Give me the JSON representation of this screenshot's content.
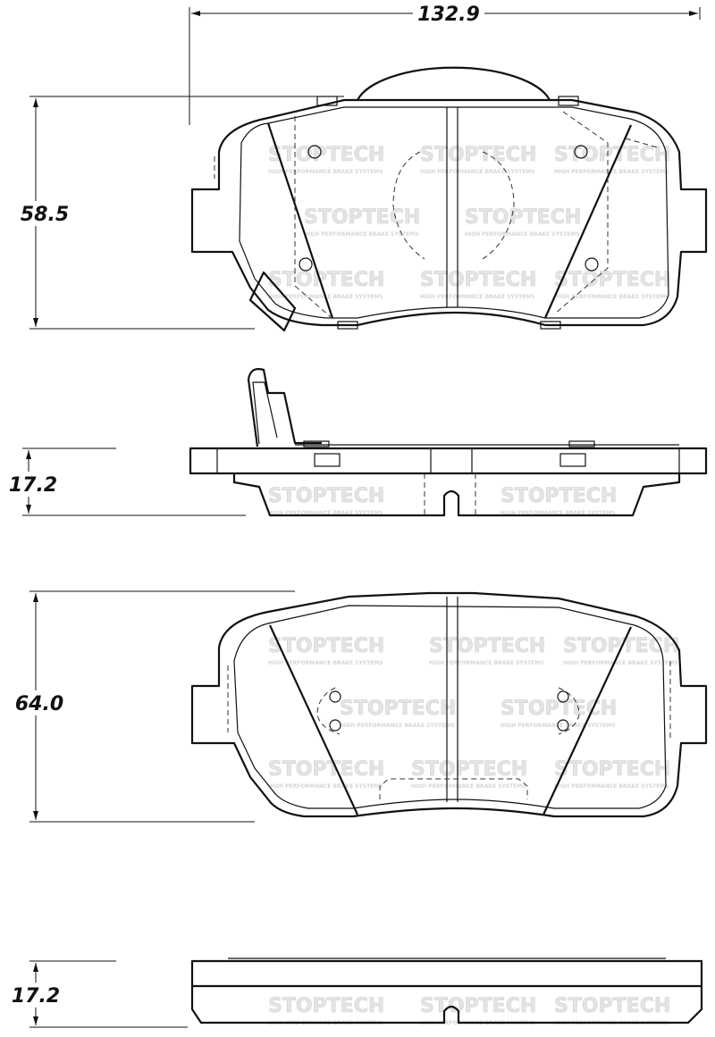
{
  "dimensions": {
    "width": "132.9",
    "pad_height_top": "58.5",
    "thickness_top": "17.2",
    "pad_height_bottom": "64.0",
    "thickness_bottom": "17.2"
  },
  "watermark": {
    "brand": "STOPTECH",
    "tagline": "HIGH PERFORMANCE BRAKE SYSTEMS"
  },
  "colors": {
    "line": "#111111",
    "watermark": "#e4e4e4"
  }
}
